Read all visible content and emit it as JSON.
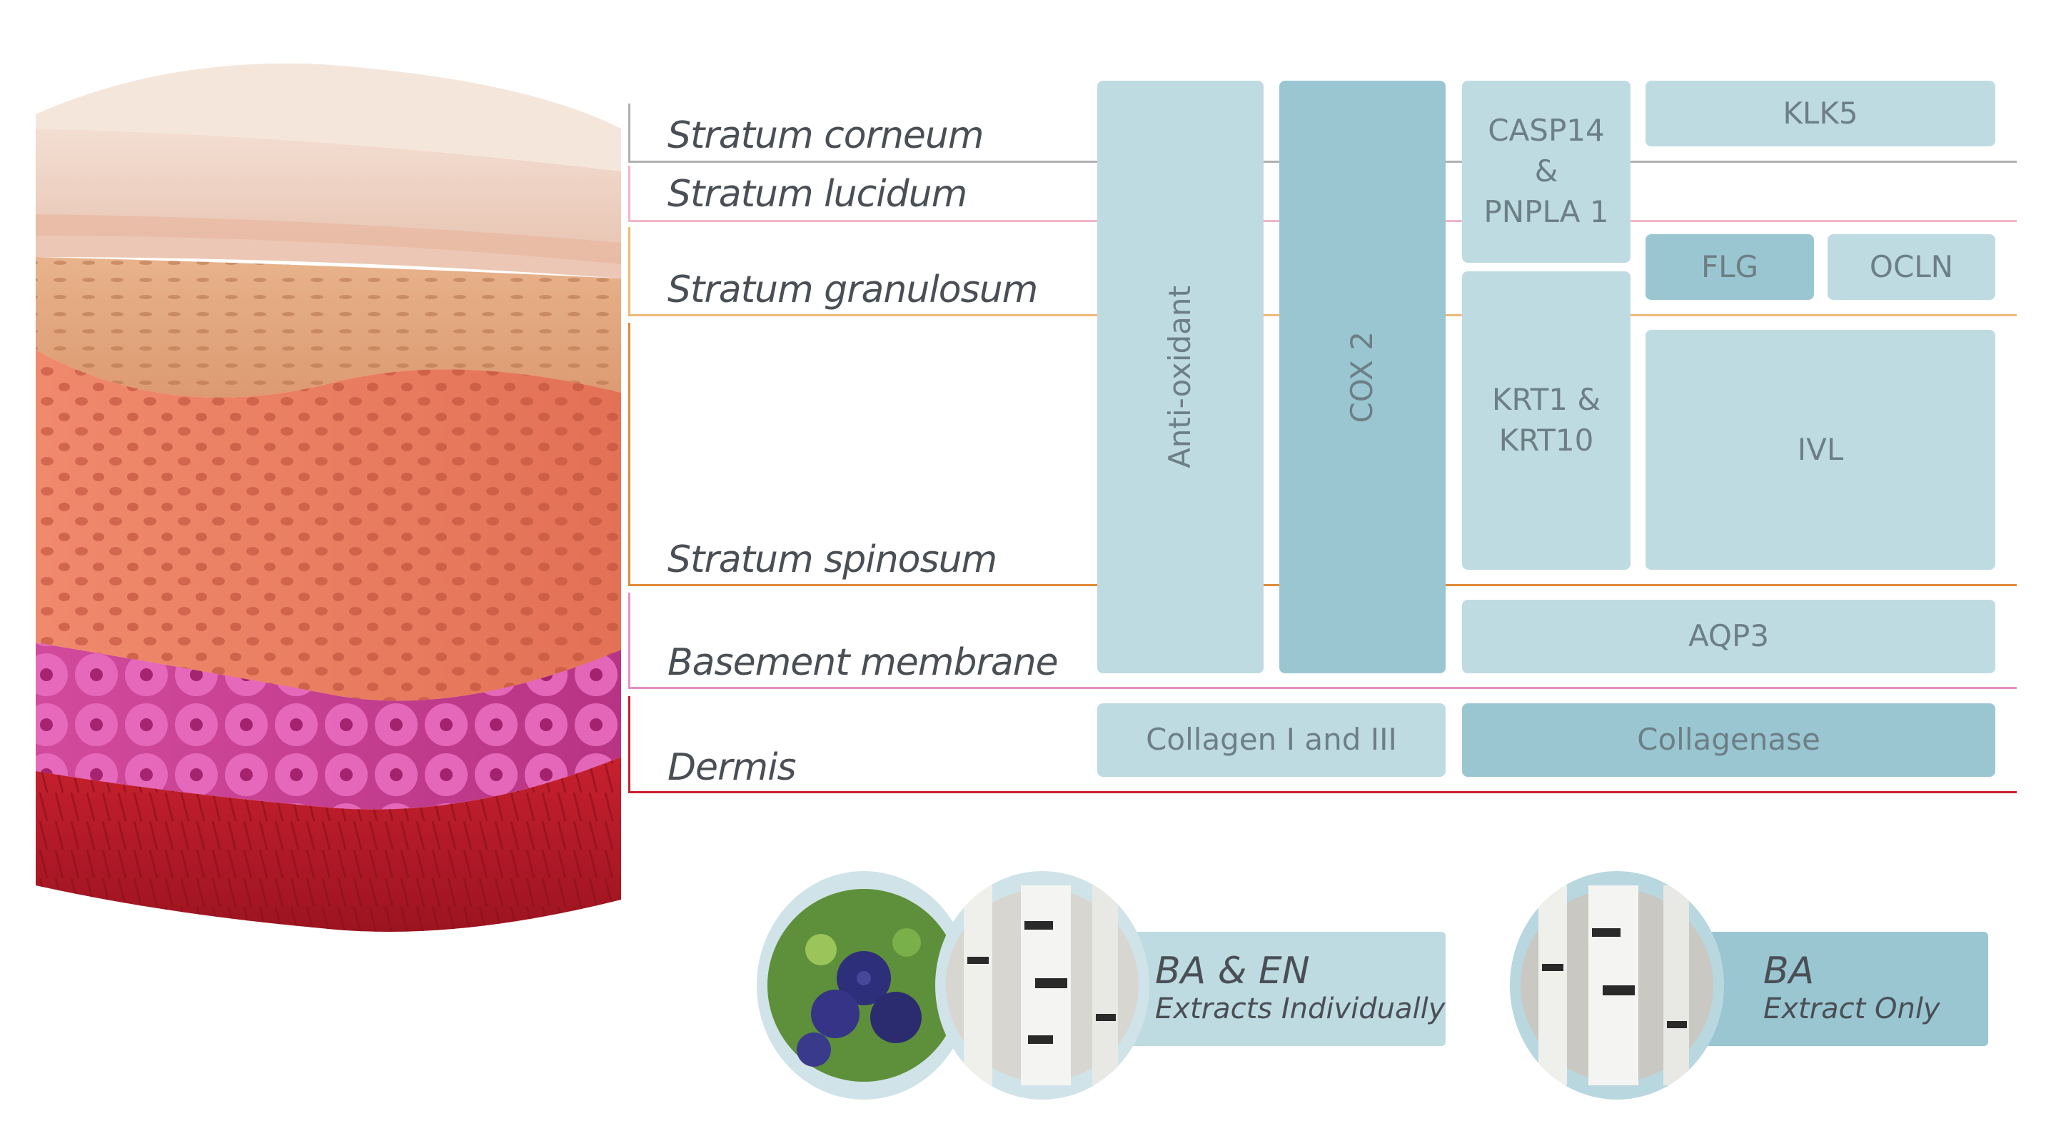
{
  "layers": [
    {
      "id": "corneum",
      "label": "Stratum corneum",
      "color": "#b0b0b0"
    },
    {
      "id": "lucidum",
      "label": "Stratum lucidum",
      "color": "#f0b6c6"
    },
    {
      "id": "granulosum",
      "label": "Stratum granulosum",
      "color": "#f0b878"
    },
    {
      "id": "spinosum",
      "label": "Stratum spinosum",
      "color": "#e08a3a"
    },
    {
      "id": "basement",
      "label": "Basement membrane",
      "color": "#e58fc6"
    },
    {
      "id": "dermis",
      "label": "Dermis",
      "color": "#c8202e"
    }
  ],
  "markers": {
    "anti_oxidant": "Anti-oxidant",
    "cox2": "COX 2",
    "casp14": "CASP14\n&\nPNPLA 1",
    "klk5": "KLK5",
    "flg": "FLG",
    "ocln": "OCLN",
    "krt": "KRT1 &\nKRT10",
    "ivl": "IVL",
    "aqp3": "AQP3",
    "collagen": "Collagen I and III",
    "collagenase": "Collagenase"
  },
  "legend": {
    "combined": {
      "title": "BA & EN",
      "subtitle": "Extracts Individually"
    },
    "single": {
      "title": "BA",
      "subtitle": "Extract Only"
    }
  },
  "colors": {
    "light_box": "#bfdbe2",
    "dark_box": "#9ac6d2",
    "text": "#6d7f86"
  }
}
